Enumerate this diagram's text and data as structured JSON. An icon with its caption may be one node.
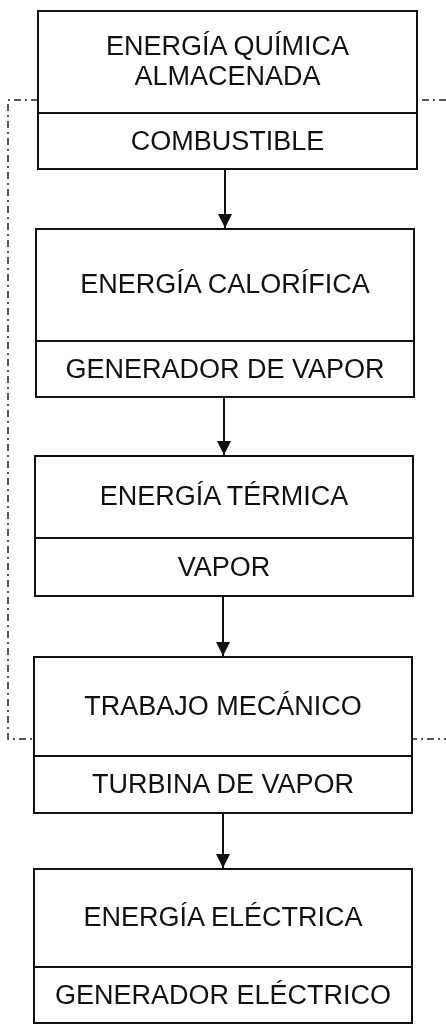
{
  "diagram": {
    "nodes": [
      {
        "text": [
          "ENERGÍA QUÍMICA ALMACENADA",
          "COMBUSTIBLE"
        ]
      },
      {
        "text": [
          "ENERGÍA CALORÍFICA",
          "GENERADOR DE VAPOR"
        ]
      },
      {
        "text": [
          "ENERGÍA TÉRMICA",
          "VAPOR"
        ]
      },
      {
        "text": [
          "TRABAJO MECÁNICO",
          "TURBINA DE VAPOR"
        ]
      },
      {
        "text": [
          "ENERGÍA ELÉCTRICA",
          "GENERADOR ELÉCTRICO"
        ]
      }
    ],
    "edges": [
      {
        "from": 0,
        "to": 1,
        "arrow": "to"
      },
      {
        "from": 1,
        "to": 2,
        "arrow": "to"
      },
      {
        "from": 2,
        "to": 3,
        "arrow": "to"
      },
      {
        "from": 3,
        "to": 4,
        "arrow": "to"
      }
    ]
  }
}
